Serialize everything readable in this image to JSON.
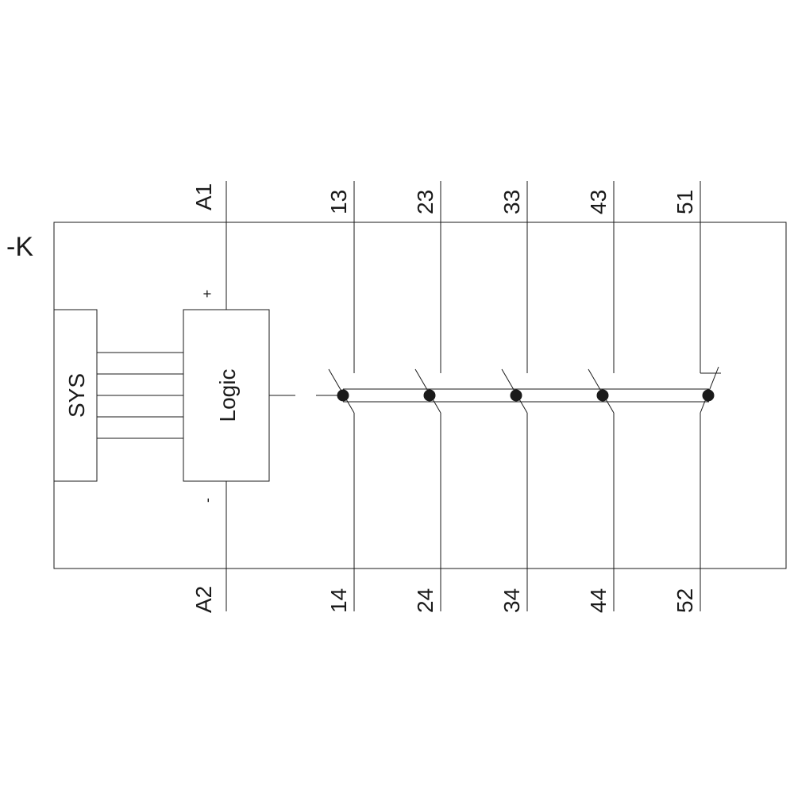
{
  "designation": "-K",
  "blocks": {
    "sys": "SYS",
    "logic": "Logic"
  },
  "coil": {
    "top": "A1",
    "bottom": "A2",
    "plus": "+",
    "minus": "-"
  },
  "contacts": [
    {
      "top": "13",
      "bottom": "14",
      "type": "NO"
    },
    {
      "top": "23",
      "bottom": "24",
      "type": "NO"
    },
    {
      "top": "33",
      "bottom": "34",
      "type": "NO"
    },
    {
      "top": "43",
      "bottom": "44",
      "type": "NO"
    },
    {
      "top": "51",
      "bottom": "52",
      "type": "NC"
    }
  ]
}
